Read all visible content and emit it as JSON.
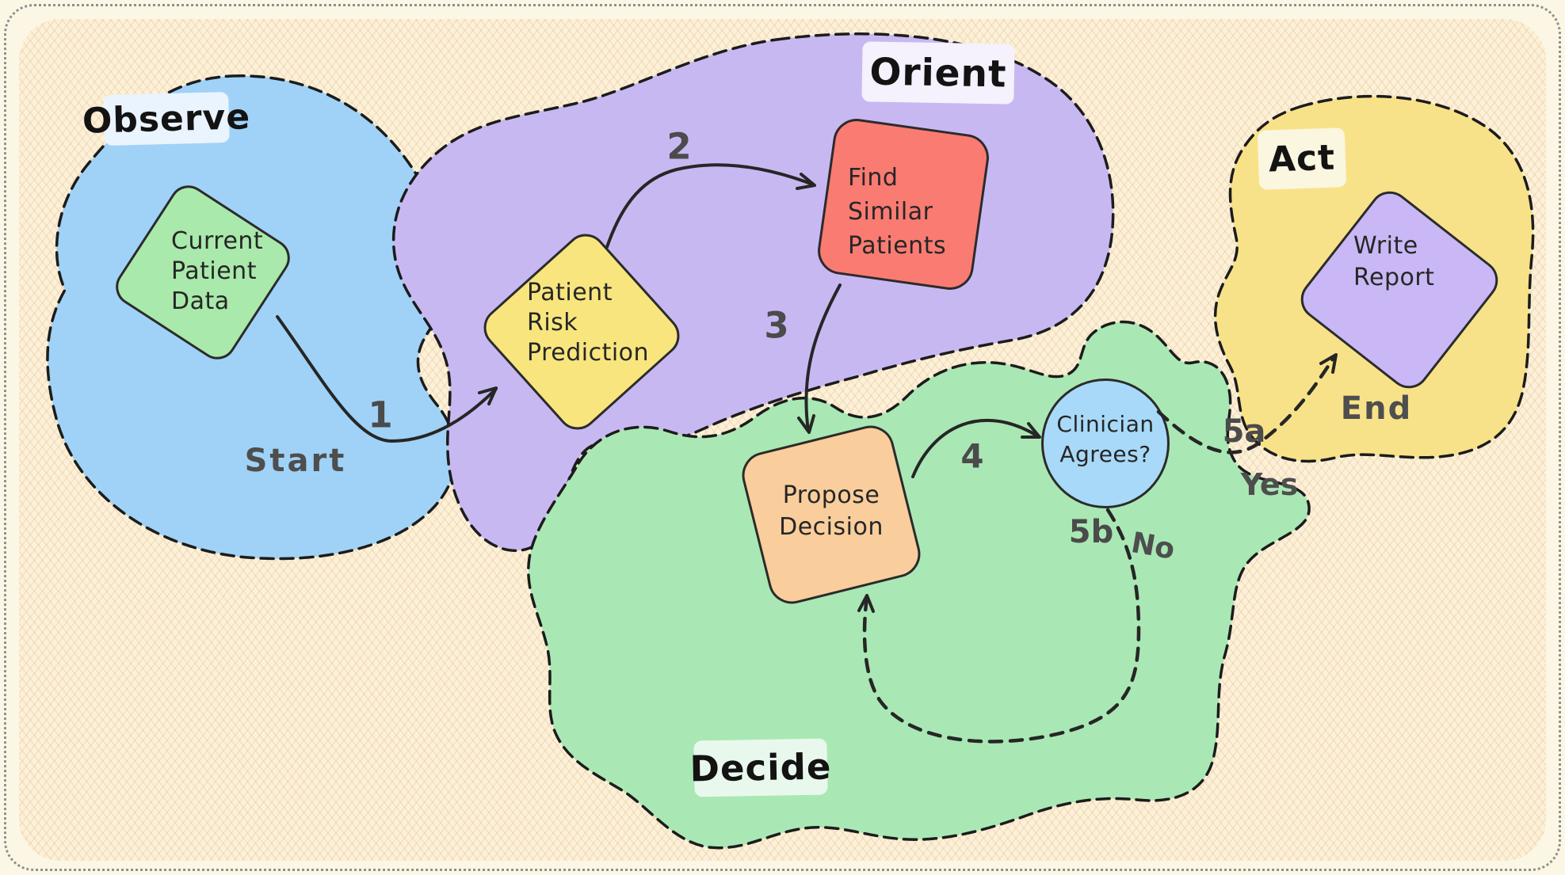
{
  "canvas": {
    "background": "#FCF7E5",
    "hatch_base": "#FBF1DA",
    "hatch_line": "#EFD8AE",
    "border_color": "#8F8F8F",
    "stroke_color": "#1C1C1C"
  },
  "regions": [
    {
      "label": "Observe",
      "color": "#9FD2F6",
      "label_bg": "#EAF4FE"
    },
    {
      "label": "Orient",
      "color": "#C8B8F2",
      "label_bg": "#F5F1FD"
    },
    {
      "label": "Decide",
      "color": "#A9E8B4",
      "label_bg": "#E9F8EC"
    },
    {
      "label": "Act",
      "color": "#F8E289",
      "label_bg": "#FBF6E0"
    }
  ],
  "nodes": [
    {
      "label": "Current\nPatient\nData",
      "shape": "diamond",
      "color": "#A9E9AB",
      "region": "Observe"
    },
    {
      "label": "Patient\nRisk\nPrediction",
      "shape": "diamond",
      "color": "#F8E57E",
      "region": "Orient"
    },
    {
      "label": "Find\nSimilar\nPatients",
      "shape": "rounded-square",
      "color": "#F97B72",
      "region": "Orient"
    },
    {
      "label": "Propose\nDecision",
      "shape": "rounded-square",
      "color": "#F9CE9C",
      "region": "Decide"
    },
    {
      "label": "Clinician\nAgrees?",
      "shape": "circle",
      "color": "#A8D9F8",
      "region": "Decide"
    },
    {
      "label": "Write\nReport",
      "shape": "diamond",
      "color": "#C9B8F5",
      "region": "Act"
    }
  ],
  "edges": [
    {
      "label": "1",
      "style": "solid",
      "from": "Current Patient Data",
      "to": "Patient Risk Prediction"
    },
    {
      "label": "2",
      "style": "solid",
      "from": "Patient Risk Prediction",
      "to": "Find Similar Patients"
    },
    {
      "label": "3",
      "style": "solid",
      "from": "Find Similar Patients",
      "to": "Propose Decision"
    },
    {
      "label": "4",
      "style": "solid",
      "from": "Propose Decision",
      "to": "Clinician Agrees?"
    },
    {
      "label": "5a",
      "annotation": "Yes",
      "style": "dashed",
      "from": "Clinician Agrees?",
      "to": "Write Report"
    },
    {
      "label": "5b",
      "annotation": "No",
      "style": "dashed",
      "from": "Clinician Agrees?",
      "to": "Propose Decision"
    }
  ],
  "endpoints": {
    "start": "Start",
    "end": "End"
  }
}
